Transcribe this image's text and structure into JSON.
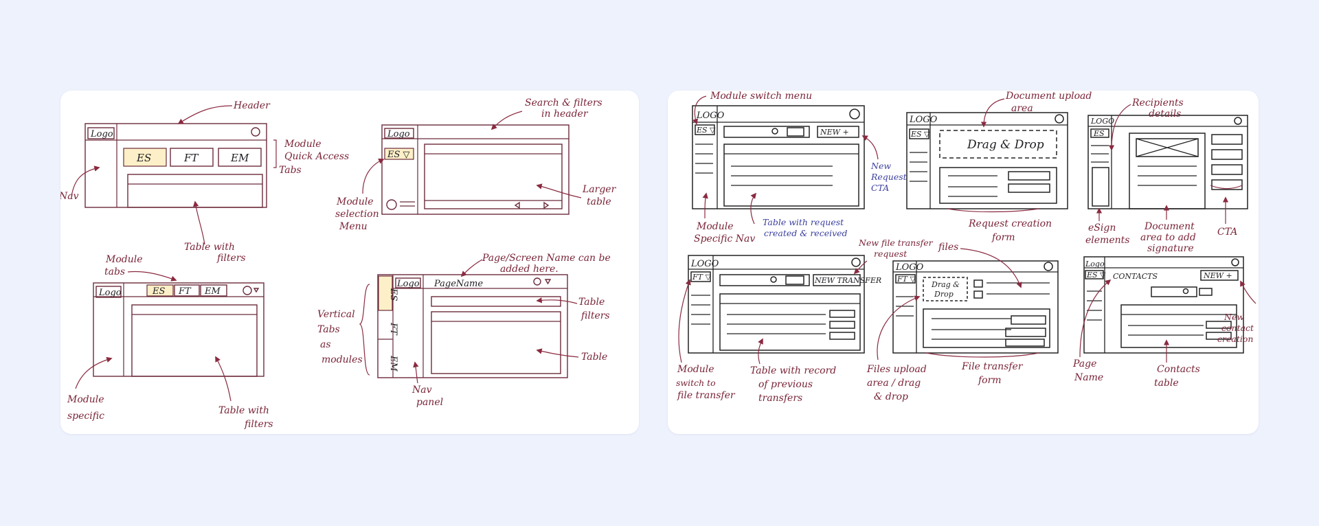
{
  "left": {
    "s1": {
      "logo": "Logo",
      "tabs": [
        "ES",
        "FT",
        "EM"
      ],
      "labels": {
        "header": "Header",
        "module_quick_1": "Module",
        "module_quick_2": "Quick Access",
        "module_quick_3": "Tabs",
        "nav": "Nav",
        "table_1": "Table with",
        "table_2": "filters"
      }
    },
    "s2": {
      "logo": "Logo",
      "dropdown": "ES ▽",
      "labels": {
        "search_1": "Search & filters",
        "search_2": "in header",
        "larger_1": "Larger",
        "larger_2": "table",
        "mod_sel_1": "Module",
        "mod_sel_2": "selection",
        "mod_sel_3": "Menu"
      }
    },
    "s3": {
      "logo": "Logo",
      "tabs": [
        "ES",
        "FT",
        "EM"
      ],
      "labels": {
        "module_tabs_1": "Module",
        "module_tabs_2": "tabs",
        "mod_spec_1": "Module",
        "mod_spec_2": "specific",
        "table_1": "Table with",
        "table_2": "filters"
      }
    },
    "s4": {
      "logo": "Logo",
      "page_name": "PageName",
      "vtabs": [
        "ES",
        "FT",
        "EM"
      ],
      "labels": {
        "page_1": "Page/Screen Name can be",
        "page_2": "added here.",
        "vert_1": "Vertical",
        "vert_2": "Tabs",
        "vert_3": "as",
        "vert_4": "modules",
        "tf_1": "Table",
        "tf_2": "filters",
        "table": "Table",
        "nav_1": "Nav",
        "nav_2": "panel"
      }
    }
  },
  "right": {
    "r1": {
      "logo": "LOGO",
      "dropdown": "ES ▽",
      "new_btn": "NEW +",
      "labels": {
        "switch": "Module switch menu",
        "new_1": "New",
        "new_2": "Request",
        "new_3": "CTA",
        "nav_1": "Module",
        "nav_2": "Specific Nav",
        "tbl_1": "Table with request",
        "tbl_2": "created & received"
      }
    },
    "r2": {
      "logo": "LOGO",
      "dropdown": "ES ▽",
      "drag": "Drag & Drop",
      "labels": {
        "upload_1": "Document upload",
        "upload_2": "area",
        "form_1": "Request creation",
        "form_2": "form"
      }
    },
    "r3": {
      "logo": "LOGO",
      "dropdown": "ES",
      "labels": {
        "recip_1": "Recipients",
        "recip_2": "details",
        "esign_1": "eSign",
        "esign_2": "elements",
        "doc_1": "Document",
        "doc_2": "area to add",
        "doc_3": "signature",
        "cta": "CTA"
      }
    },
    "r4": {
      "logo": "LOGO",
      "dropdown": "FT ▽",
      "new_btn": "NEW TRANSFER",
      "labels": {
        "new_1": "New file transfer",
        "new_2": "request",
        "sw_1": "Module",
        "sw_2": "switch to",
        "sw_3": "file transfer",
        "rec_1": "Table with record",
        "rec_2": "of previous",
        "rec_3": "transfers"
      }
    },
    "r5": {
      "logo": "LOGO",
      "dropdown": "FT ▽",
      "drag_1": "Drag &",
      "drag_2": "Drop",
      "labels": {
        "files": "files",
        "up_1": "Files upload",
        "up_2": "area / drag",
        "up_3": "& drop",
        "form_1": "File transfer",
        "form_2": "form"
      }
    },
    "r6": {
      "logo": "Logo",
      "dropdown": "ES ▽",
      "page_title": "CONTACTS",
      "new_btn": "NEW +",
      "labels": {
        "pn_1": "Page",
        "pn_2": "Name",
        "ct_1": "Contacts",
        "ct_2": "table",
        "nc_1": "New",
        "nc_2": "contact",
        "nc_3": "creation"
      }
    }
  }
}
